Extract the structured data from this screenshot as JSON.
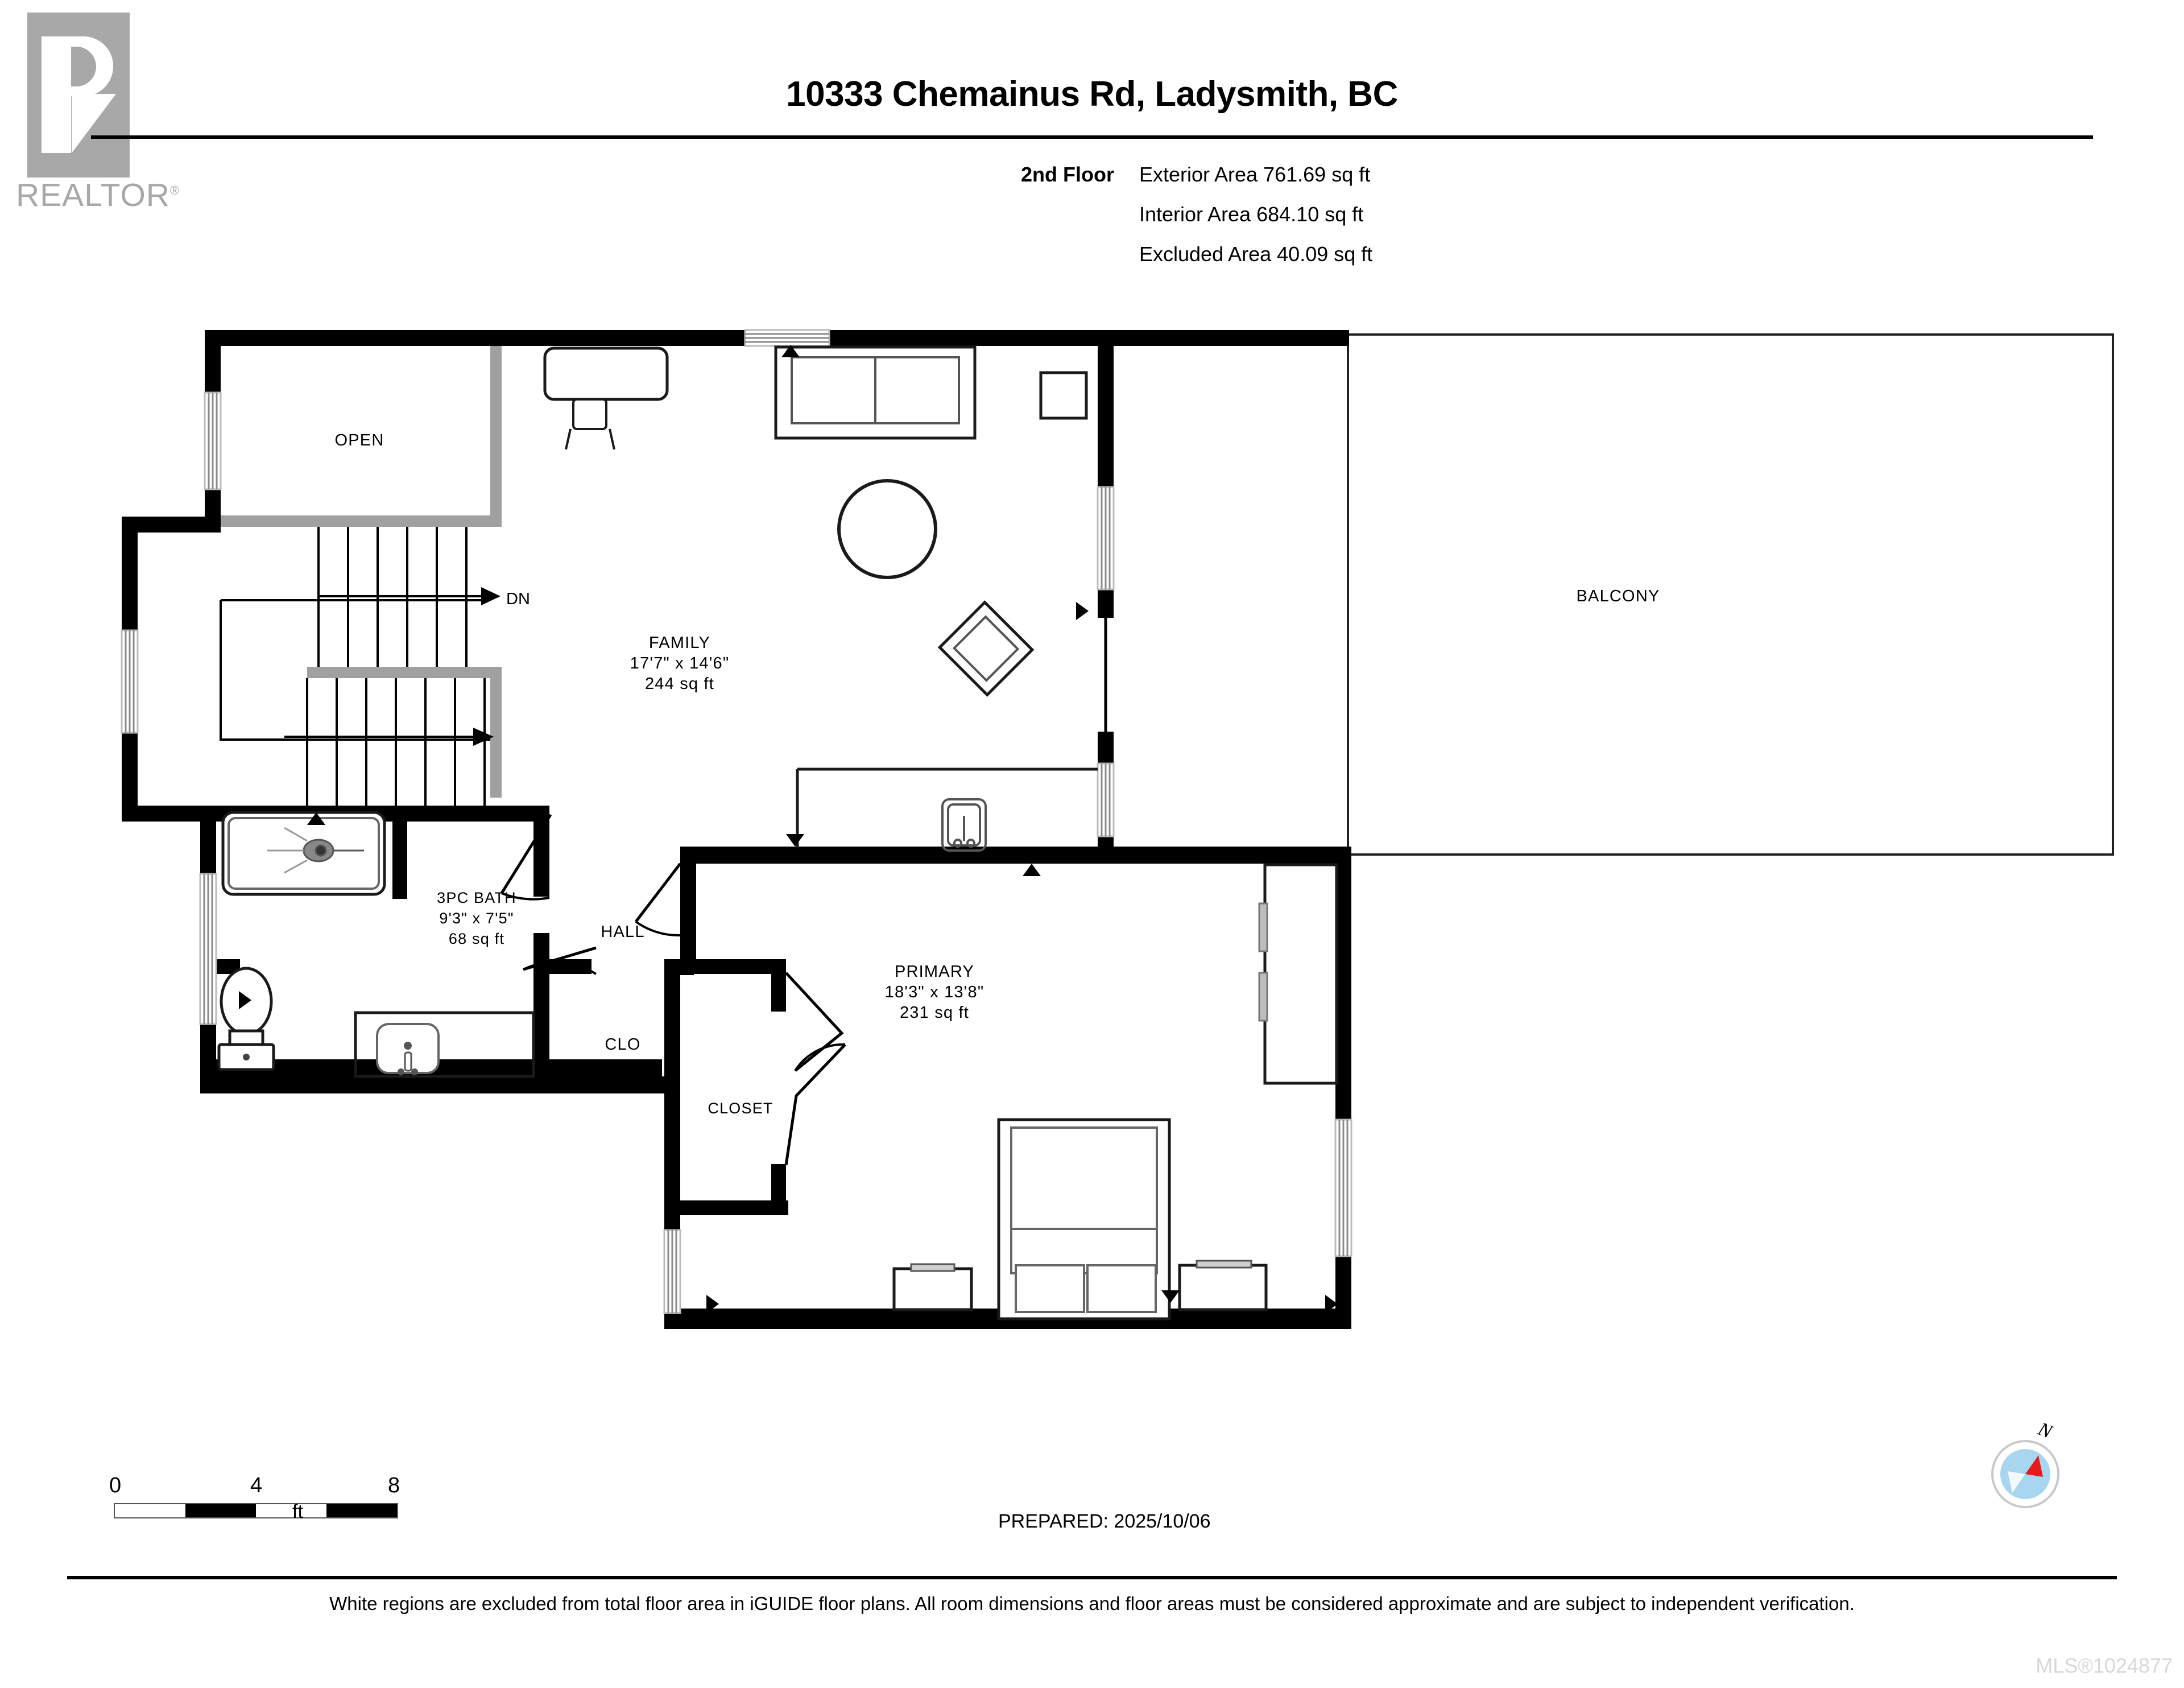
{
  "brand": {
    "logo_name": "realtor-logo",
    "wordmark": "REALTOR",
    "registered_mark": "®"
  },
  "header": {
    "title": "10333 Chemainus Rd, Ladysmith, BC",
    "floor_label": "2nd Floor",
    "areas": [
      {
        "label": "Exterior Area",
        "value": "761.69 sq ft"
      },
      {
        "label": "Interior Area",
        "value": "684.10 sq ft"
      },
      {
        "label": "Excluded Area",
        "value": "40.09 sq ft"
      }
    ],
    "area_lines": [
      "Exterior Area 761.69 sq ft",
      "Interior Area 684.10 sq ft",
      "Excluded Area 40.09 sq ft"
    ]
  },
  "plan": {
    "floor": "2nd Floor",
    "rooms": [
      {
        "id": "open",
        "name": "OPEN",
        "dimensions": "",
        "area": ""
      },
      {
        "id": "family",
        "name": "FAMILY",
        "dimensions": "17'7\" x 14'6\"",
        "area": "244 sq ft"
      },
      {
        "id": "balcony",
        "name": "BALCONY",
        "dimensions": "",
        "area": ""
      },
      {
        "id": "bath",
        "name": "3PC BATH",
        "dimensions": "9'3\" x 7'5\"",
        "area": "68 sq ft"
      },
      {
        "id": "hall",
        "name": "HALL",
        "dimensions": "",
        "area": ""
      },
      {
        "id": "clo",
        "name": "CLO",
        "dimensions": "",
        "area": ""
      },
      {
        "id": "closet",
        "name": "CLOSET",
        "dimensions": "",
        "area": ""
      },
      {
        "id": "primary",
        "name": "PRIMARY",
        "dimensions": "18'3\" x 13'8\"",
        "area": "231 sq ft"
      }
    ],
    "stair_direction_label": "DN",
    "colors": {
      "wall": "#000000",
      "interior_wall": "#a0a0a0",
      "furniture_outline": "#1a1a1a",
      "excluded_region": "#ffffff",
      "compass_face": "#a9d6ef",
      "compass_needle": "#e8191b"
    }
  },
  "scale": {
    "ticks": [
      "0",
      "4",
      "8"
    ],
    "unit": "ft"
  },
  "footer": {
    "prepared": "PREPARED: 2025/10/06",
    "disclaimer": "White regions are excluded from total floor area in iGUIDE floor plans. All room dimensions and floor areas must be considered approximate and are subject to independent verification.",
    "mls": "MLS®1024877",
    "compass_label": "N"
  }
}
